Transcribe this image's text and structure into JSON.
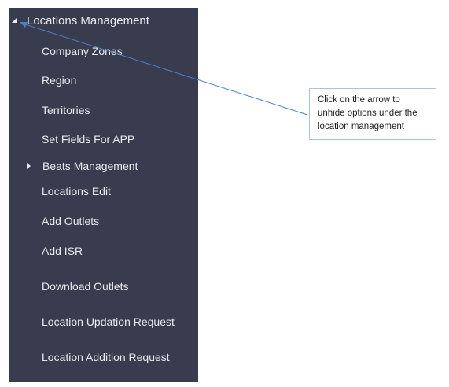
{
  "sidebar": {
    "items": [
      {
        "label": "Locations Management"
      },
      {
        "label": "Company Zones"
      },
      {
        "label": "Region"
      },
      {
        "label": "Territories"
      },
      {
        "label": "Set Fields For APP"
      },
      {
        "label": "Beats Management"
      },
      {
        "label": "Locations Edit"
      },
      {
        "label": "Add Outlets"
      },
      {
        "label": "Add ISR"
      },
      {
        "label": "Download Outlets"
      },
      {
        "label": "Location Updation Request"
      },
      {
        "label": "Location Addition Request"
      }
    ]
  },
  "callout": {
    "text": "Click on the arrow to unhide options under the location management"
  },
  "colors": {
    "sidebar_bg": "#383c4e",
    "menu_text": "#e9eaee",
    "pointer_line": "#4f7fc4",
    "callout_border": "#a9c4dc"
  },
  "icons": {
    "expanded_arrow": "triangle-expanded-icon",
    "collapsed_arrow": "triangle-right-icon"
  }
}
